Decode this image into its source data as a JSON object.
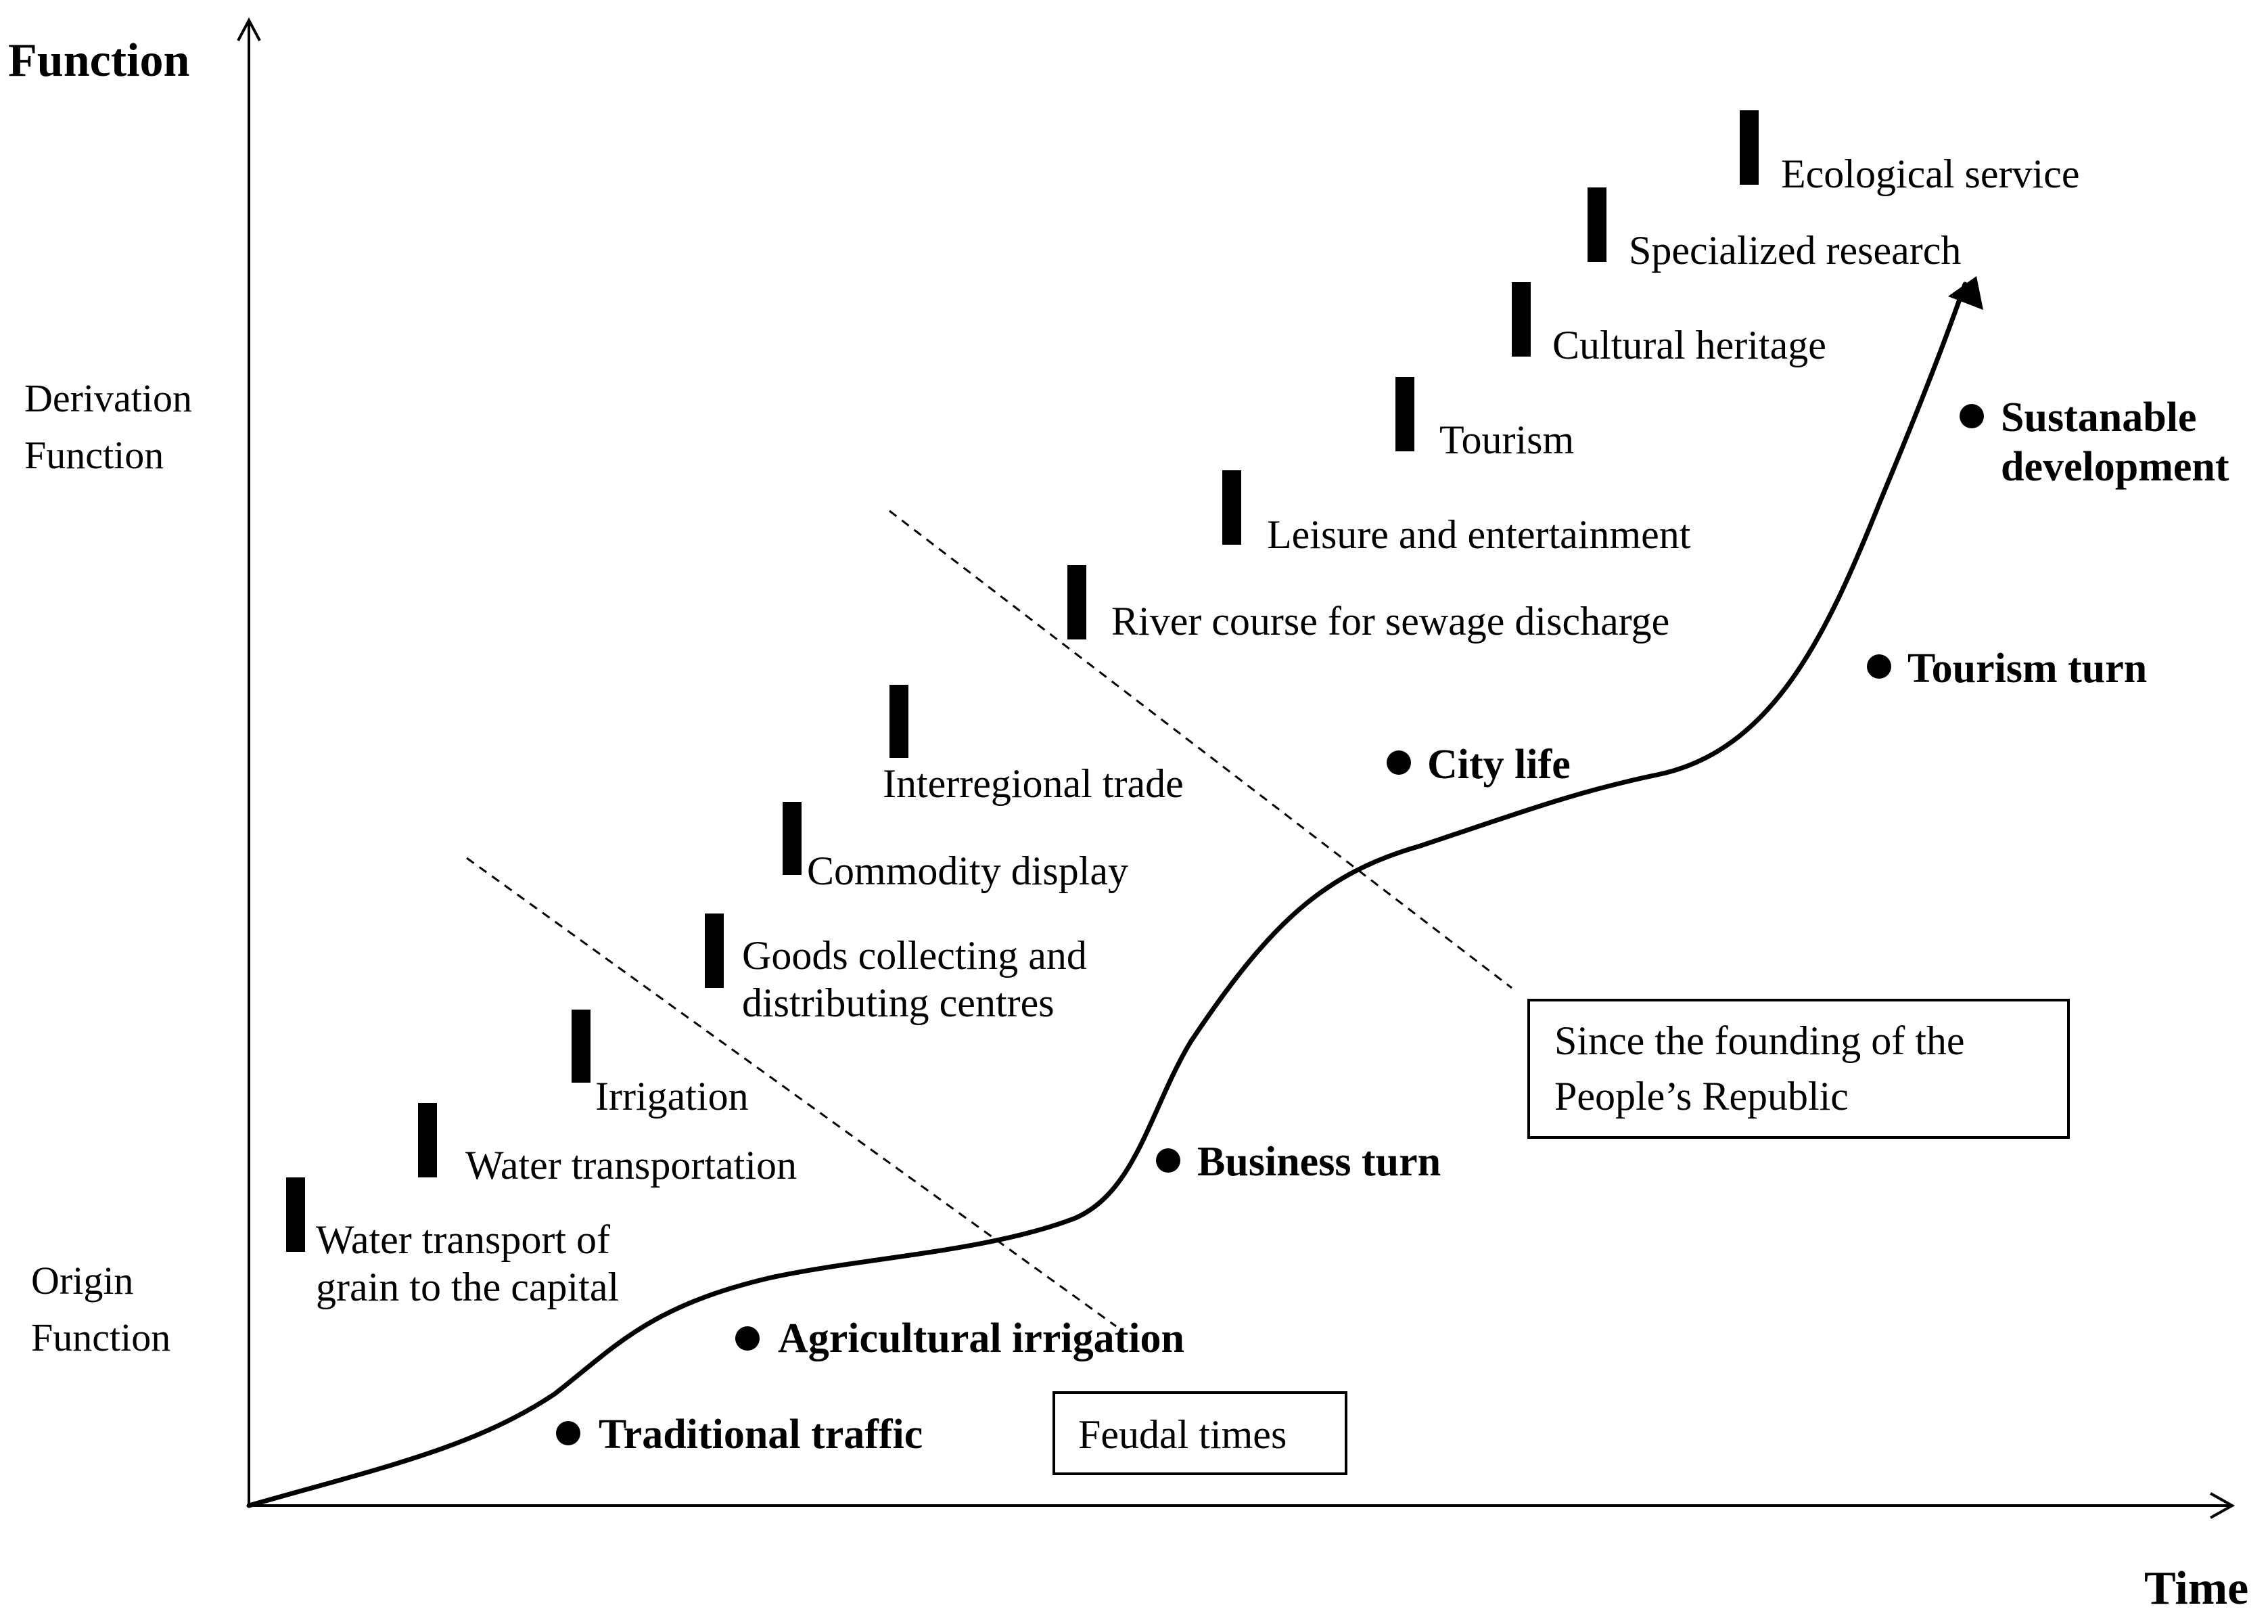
{
  "axes": {
    "y_title": "Function",
    "x_title": "Time"
  },
  "side_labels": {
    "derivation_line1": "Derivation",
    "derivation_line2": "Function",
    "origin_line1": "Origin",
    "origin_line2": "Function"
  },
  "functions": [
    {
      "lines": [
        "Water transport of",
        "grain to the capital"
      ]
    },
    {
      "lines": [
        "Water transportation"
      ]
    },
    {
      "lines": [
        "Irrigation"
      ]
    },
    {
      "lines": [
        "Goods collecting and",
        "distributing centres"
      ]
    },
    {
      "lines": [
        "Commodity display"
      ]
    },
    {
      "lines": [
        "Interregional trade"
      ]
    },
    {
      "lines": [
        "River course for sewage discharge"
      ]
    },
    {
      "lines": [
        "Leisure and entertainment"
      ]
    },
    {
      "lines": [
        "Tourism"
      ]
    },
    {
      "lines": [
        "Cultural heritage"
      ]
    },
    {
      "lines": [
        "Specialized research"
      ]
    },
    {
      "lines": [
        "Ecological service"
      ]
    }
  ],
  "milestones": [
    {
      "lines": [
        "Traditional traffic"
      ]
    },
    {
      "lines": [
        "Agricultural irrigation"
      ]
    },
    {
      "lines": [
        "Business turn"
      ]
    },
    {
      "lines": [
        "City life"
      ]
    },
    {
      "lines": [
        "Tourism turn"
      ]
    },
    {
      "lines": [
        "Sustanable",
        "development"
      ]
    }
  ],
  "eras": {
    "feudal": "Feudal times",
    "republic_line1": "Since the founding of the",
    "republic_line2": "People’s Republic"
  },
  "colors": {
    "ink": "#000000",
    "background": "#ffffff"
  }
}
